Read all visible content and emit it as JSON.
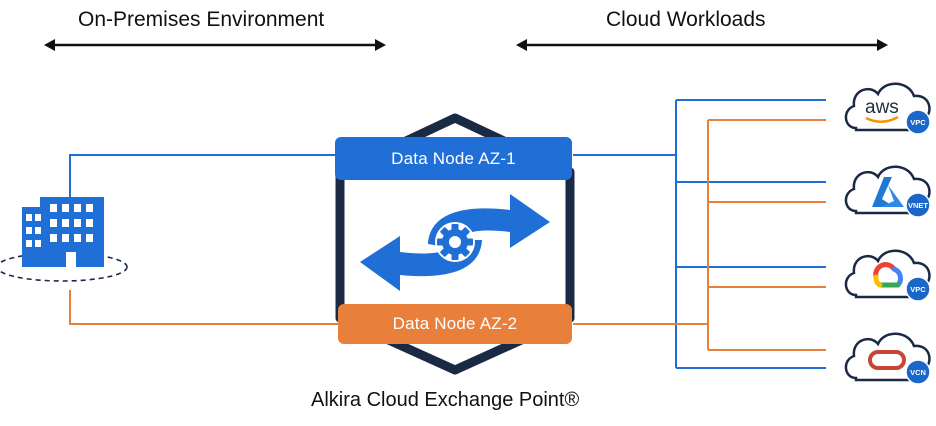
{
  "headers": {
    "left": "On-Premises Environment",
    "right": "Cloud Workloads"
  },
  "nodes": {
    "az1": "Data Node AZ-1",
    "az2": "Data Node AZ-2"
  },
  "caption": "Alkira Cloud Exchange Point®",
  "clouds": [
    {
      "icon": "aws-icon",
      "logo_text": "aws",
      "badge": "VPC"
    },
    {
      "icon": "azure-icon",
      "badge": "VNET"
    },
    {
      "icon": "gcp-icon",
      "badge": "VPC"
    },
    {
      "icon": "oracle-icon",
      "badge": "VCN"
    }
  ],
  "colors": {
    "blue": "#1f6fd6",
    "orange": "#e8803c",
    "badge": "#1a66c9",
    "hex_outline": "#1b2a44",
    "building": "#1f6fd6"
  }
}
